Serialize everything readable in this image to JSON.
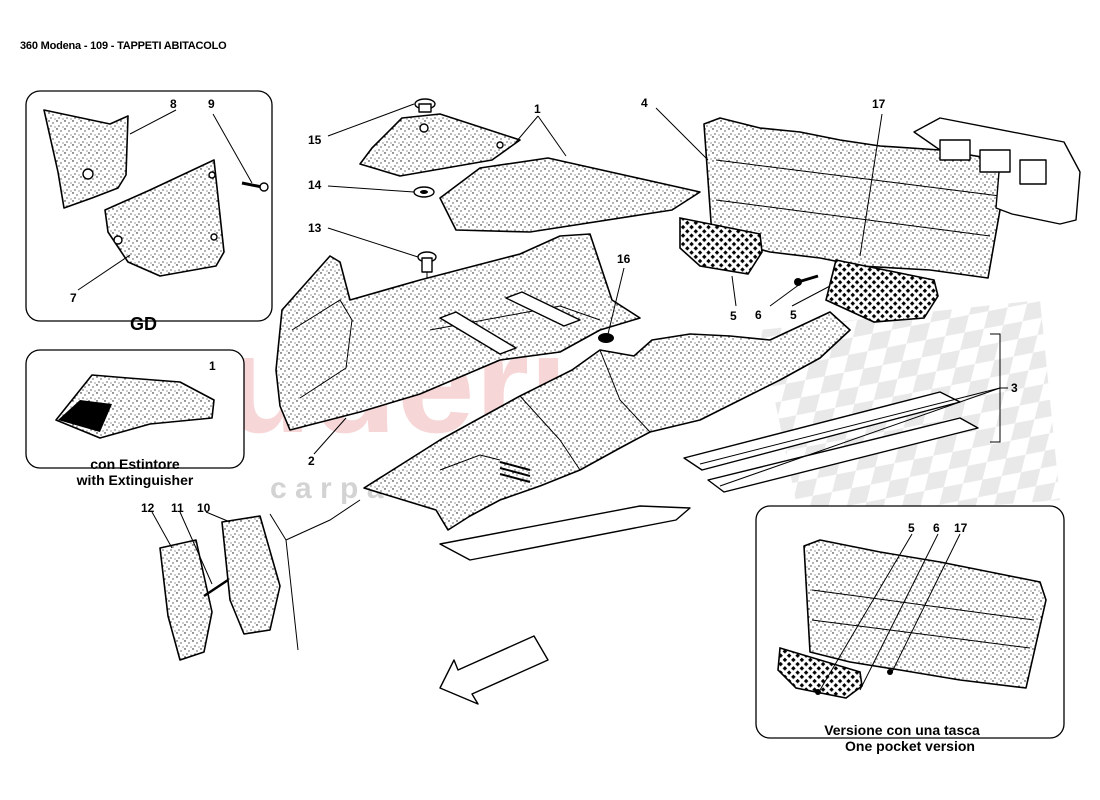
{
  "title": "360 Modena - 109 - TAPPETI ABITACOLO",
  "watermark": {
    "main": "scuderia",
    "sub": "c a r   p a r t s"
  },
  "callouts": [
    "1",
    "2",
    "3",
    "4",
    "5",
    "6",
    "7",
    "8",
    "9",
    "10",
    "11",
    "12",
    "13",
    "14",
    "15",
    "16",
    "17"
  ],
  "insets": {
    "gd_label": "GD",
    "extinguisher": {
      "line1": "con Estintore",
      "line2": "with Extinguisher"
    },
    "one_pocket": {
      "line1": "Versione con una tasca",
      "line2": "One pocket version"
    }
  },
  "colors": {
    "watermark": "#f3c9c9",
    "line": "#000000"
  }
}
